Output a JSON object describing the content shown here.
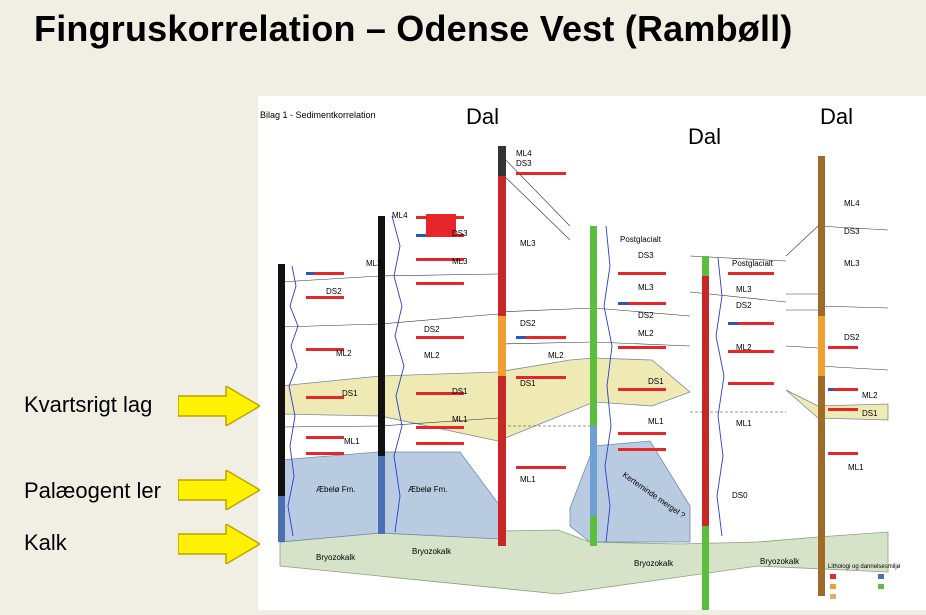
{
  "title": "Fingruskorrelation – Odense Vest (Rambøll)",
  "figure": {
    "caption": "Bilag 1 - Sedimentkorrelation",
    "dal_labels": [
      "Dal",
      "Dal",
      "Dal"
    ],
    "layer_labels": {
      "ml4_a": "ML4",
      "ml4_b": "ML4",
      "ml4_c": "ML4",
      "ds3_a": "DS3",
      "ds3_b": "DS3",
      "ds3_c": "DS3",
      "ds3_d": "DS3",
      "ml3_a": "ML3",
      "ml3_b": "ML3",
      "ml3_c": "ML3",
      "ml3_d": "ML3",
      "ml3_e": "ML3",
      "ml3_f": "ML3",
      "ds2_a": "DS2",
      "ds2_b": "DS2",
      "ds2_c": "DS2",
      "ds2_d": "DS2",
      "ds2_e": "DS2",
      "ds2_f": "DS2",
      "ml2_a": "ML2",
      "ml2_b": "ML2",
      "ml2_c": "ML2",
      "ml2_d": "ML2",
      "ml2_e": "ML2",
      "ml2_f": "ML2",
      "ds1_a": "DS1",
      "ds1_b": "DS1",
      "ds1_c": "DS1",
      "ds1_d": "DS1",
      "ds1_e": "DS1",
      "ml1_a": "ML1",
      "ml1_b": "ML1",
      "ml1_c": "ML1",
      "ml1_d": "ML1",
      "ml1_e": "ML1",
      "ds0": "DS0",
      "postglacialt_a": "Postglacialt",
      "postglacialt_b": "Postglacialt",
      "aebelo_a": "Æbelø Fm.",
      "aebelo_b": "Æbelø Fm.",
      "kerteminde": "Kerteminde mergel ?",
      "bryozokalk_a": "Bryozokalk",
      "bryozokalk_b": "Bryozokalk",
      "bryozokalk_c": "Bryozokalk",
      "bryozokalk_d": "Bryozokalk"
    },
    "legend_title": "Lithologi og dannelsesmiljø"
  },
  "side_labels": {
    "kvartsrigt": "Kvartsrigt lag",
    "palaeogent": "Palæogent ler",
    "kalk": "Kalk"
  },
  "colors": {
    "background": "#f1efe4",
    "arrow_fill": "#fff200",
    "ds1_band": "#efe9b4",
    "palaeogene": "#b9cbe0",
    "chalk": "#d6e3c8",
    "log_curve": "#2b3cd6",
    "sand_red": "#e6262a"
  }
}
